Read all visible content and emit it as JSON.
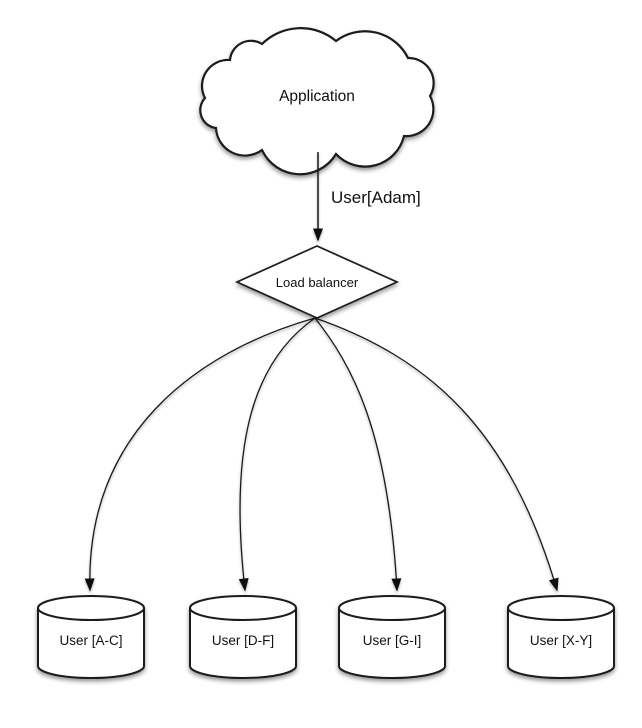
{
  "diagram": {
    "background": "#ffffff",
    "ink": "#1a1a1a",
    "nodes": {
      "application": {
        "shape": "cloud",
        "label": "Application"
      },
      "load_balancer": {
        "shape": "diamond",
        "label": "Load balancer"
      },
      "shards": [
        {
          "shape": "cylinder",
          "label": "User [A-C]"
        },
        {
          "shape": "cylinder",
          "label": "User [D-F]"
        },
        {
          "shape": "cylinder",
          "label": "User [G-I]"
        },
        {
          "shape": "cylinder",
          "label": "User [X-Y]"
        }
      ]
    },
    "edges": {
      "app_to_lb": {
        "label": "User[Adam]"
      }
    }
  }
}
